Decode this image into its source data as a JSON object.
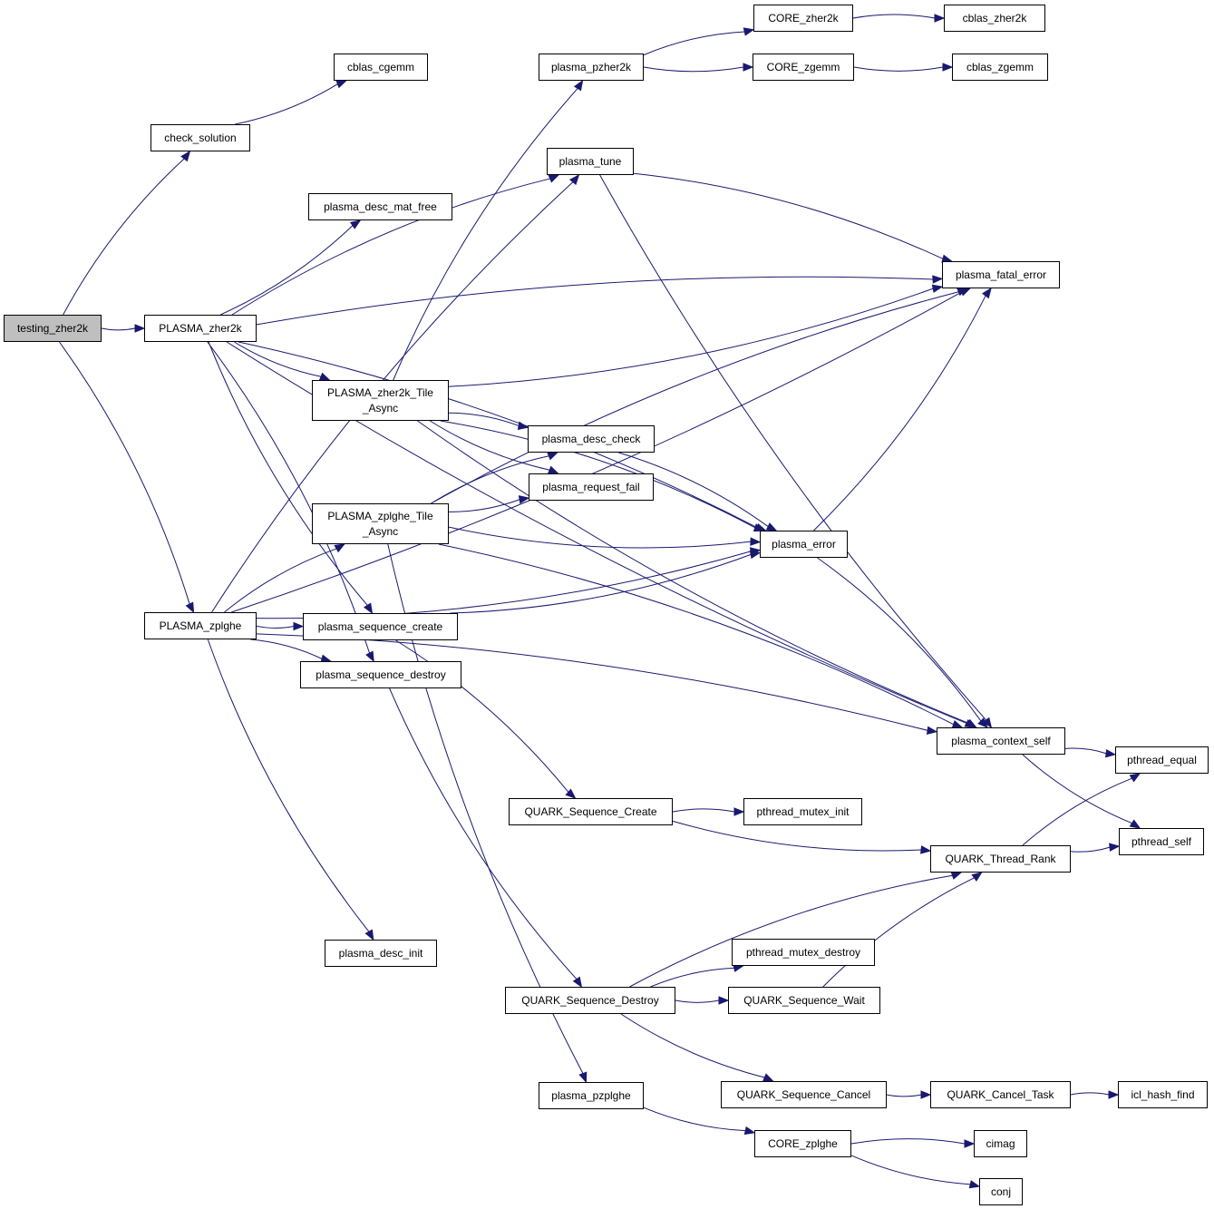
{
  "graph": {
    "title": "Call graph of testing_zher2k",
    "colors": {
      "edge": "#191970",
      "root_fill": "#bfbfbf",
      "node_fill": "#ffffff",
      "border": "#000000"
    },
    "nodes": [
      {
        "id": "testing_zher2k",
        "label": "testing_zher2k",
        "root": true
      },
      {
        "id": "check_solution",
        "label": "check_solution"
      },
      {
        "id": "cblas_cgemm",
        "label": "cblas_cgemm"
      },
      {
        "id": "PLASMA_zher2k",
        "label": "PLASMA_zher2k"
      },
      {
        "id": "PLASMA_zplghe",
        "label": "PLASMA_zplghe"
      },
      {
        "id": "plasma_pzher2k",
        "label": "plasma_pzher2k"
      },
      {
        "id": "CORE_zher2k",
        "label": "CORE_zher2k"
      },
      {
        "id": "cblas_zher2k",
        "label": "cblas_zher2k"
      },
      {
        "id": "CORE_zgemm",
        "label": "CORE_zgemm"
      },
      {
        "id": "cblas_zgemm",
        "label": "cblas_zgemm"
      },
      {
        "id": "plasma_tune",
        "label": "plasma_tune"
      },
      {
        "id": "plasma_desc_mat_free",
        "label": "plasma_desc_mat_free"
      },
      {
        "id": "plasma_fatal_error",
        "label": "plasma_fatal_error"
      },
      {
        "id": "PLASMA_zher2k_Tile_Async",
        "label": "PLASMA_zher2k_Tile\n_Async"
      },
      {
        "id": "plasma_desc_check",
        "label": "plasma_desc_check"
      },
      {
        "id": "plasma_request_fail",
        "label": "plasma_request_fail"
      },
      {
        "id": "PLASMA_zplghe_Tile_Async",
        "label": "PLASMA_zplghe_Tile\n_Async"
      },
      {
        "id": "plasma_error",
        "label": "plasma_error"
      },
      {
        "id": "plasma_sequence_create",
        "label": "plasma_sequence_create"
      },
      {
        "id": "plasma_sequence_destroy",
        "label": "plasma_sequence_destroy"
      },
      {
        "id": "plasma_context_self",
        "label": "plasma_context_self"
      },
      {
        "id": "pthread_equal",
        "label": "pthread_equal"
      },
      {
        "id": "pthread_self",
        "label": "pthread_self"
      },
      {
        "id": "QUARK_Sequence_Create",
        "label": "QUARK_Sequence_Create"
      },
      {
        "id": "pthread_mutex_init",
        "label": "pthread_mutex_init"
      },
      {
        "id": "QUARK_Thread_Rank",
        "label": "QUARK_Thread_Rank"
      },
      {
        "id": "plasma_desc_init",
        "label": "plasma_desc_init"
      },
      {
        "id": "pthread_mutex_destroy",
        "label": "pthread_mutex_destroy"
      },
      {
        "id": "QUARK_Sequence_Destroy",
        "label": "QUARK_Sequence_Destroy"
      },
      {
        "id": "QUARK_Sequence_Wait",
        "label": "QUARK_Sequence_Wait"
      },
      {
        "id": "plasma_pzplghe",
        "label": "plasma_pzplghe"
      },
      {
        "id": "QUARK_Sequence_Cancel",
        "label": "QUARK_Sequence_Cancel"
      },
      {
        "id": "QUARK_Cancel_Task",
        "label": "QUARK_Cancel_Task"
      },
      {
        "id": "icl_hash_find",
        "label": "icl_hash_find"
      },
      {
        "id": "CORE_zplghe",
        "label": "CORE_zplghe"
      },
      {
        "id": "cimag",
        "label": "cimag"
      },
      {
        "id": "conj",
        "label": "conj"
      }
    ],
    "edges": [
      [
        "testing_zher2k",
        "check_solution"
      ],
      [
        "testing_zher2k",
        "PLASMA_zher2k"
      ],
      [
        "testing_zher2k",
        "PLASMA_zplghe"
      ],
      [
        "check_solution",
        "cblas_cgemm"
      ],
      [
        "PLASMA_zher2k",
        "plasma_tune"
      ],
      [
        "PLASMA_zher2k",
        "plasma_desc_mat_free"
      ],
      [
        "PLASMA_zher2k",
        "plasma_fatal_error"
      ],
      [
        "PLASMA_zher2k",
        "PLASMA_zher2k_Tile_Async"
      ],
      [
        "PLASMA_zher2k",
        "plasma_error"
      ],
      [
        "PLASMA_zher2k",
        "plasma_sequence_create"
      ],
      [
        "PLASMA_zher2k",
        "plasma_sequence_destroy"
      ],
      [
        "PLASMA_zher2k",
        "plasma_context_self"
      ],
      [
        "PLASMA_zplghe",
        "plasma_tune"
      ],
      [
        "PLASMA_zplghe",
        "plasma_fatal_error"
      ],
      [
        "PLASMA_zplghe",
        "PLASMA_zplghe_Tile_Async"
      ],
      [
        "PLASMA_zplghe",
        "plasma_sequence_create"
      ],
      [
        "PLASMA_zplghe",
        "plasma_sequence_destroy"
      ],
      [
        "PLASMA_zplghe",
        "plasma_error"
      ],
      [
        "PLASMA_zplghe",
        "plasma_context_self"
      ],
      [
        "PLASMA_zplghe",
        "plasma_desc_init"
      ],
      [
        "plasma_pzher2k",
        "CORE_zher2k"
      ],
      [
        "plasma_pzher2k",
        "CORE_zgemm"
      ],
      [
        "CORE_zher2k",
        "cblas_zher2k"
      ],
      [
        "CORE_zgemm",
        "cblas_zgemm"
      ],
      [
        "plasma_tune",
        "plasma_fatal_error"
      ],
      [
        "plasma_tune",
        "plasma_context_self"
      ],
      [
        "PLASMA_zher2k_Tile_Async",
        "plasma_pzher2k"
      ],
      [
        "PLASMA_zher2k_Tile_Async",
        "plasma_fatal_error"
      ],
      [
        "PLASMA_zher2k_Tile_Async",
        "plasma_desc_check"
      ],
      [
        "PLASMA_zher2k_Tile_Async",
        "plasma_request_fail"
      ],
      [
        "PLASMA_zher2k_Tile_Async",
        "plasma_error"
      ],
      [
        "PLASMA_zher2k_Tile_Async",
        "plasma_context_self"
      ],
      [
        "PLASMA_zplghe_Tile_Async",
        "plasma_desc_check"
      ],
      [
        "PLASMA_zplghe_Tile_Async",
        "plasma_request_fail"
      ],
      [
        "PLASMA_zplghe_Tile_Async",
        "plasma_fatal_error"
      ],
      [
        "PLASMA_zplghe_Tile_Async",
        "plasma_error"
      ],
      [
        "PLASMA_zplghe_Tile_Async",
        "plasma_context_self"
      ],
      [
        "PLASMA_zplghe_Tile_Async",
        "plasma_pzplghe"
      ],
      [
        "plasma_desc_check",
        "plasma_error"
      ],
      [
        "plasma_error",
        "plasma_fatal_error"
      ],
      [
        "plasma_error",
        "plasma_context_self"
      ],
      [
        "plasma_sequence_create",
        "plasma_error"
      ],
      [
        "plasma_sequence_create",
        "QUARK_Sequence_Create"
      ],
      [
        "plasma_sequence_destroy",
        "QUARK_Sequence_Destroy"
      ],
      [
        "plasma_context_self",
        "pthread_equal"
      ],
      [
        "plasma_context_self",
        "pthread_self"
      ],
      [
        "QUARK_Sequence_Create",
        "pthread_mutex_init"
      ],
      [
        "QUARK_Sequence_Create",
        "QUARK_Thread_Rank"
      ],
      [
        "QUARK_Thread_Rank",
        "pthread_equal"
      ],
      [
        "QUARK_Thread_Rank",
        "pthread_self"
      ],
      [
        "QUARK_Sequence_Destroy",
        "pthread_mutex_destroy"
      ],
      [
        "QUARK_Sequence_Destroy",
        "QUARK_Sequence_Wait"
      ],
      [
        "QUARK_Sequence_Destroy",
        "QUARK_Thread_Rank"
      ],
      [
        "QUARK_Sequence_Destroy",
        "QUARK_Sequence_Cancel"
      ],
      [
        "QUARK_Sequence_Wait",
        "QUARK_Thread_Rank"
      ],
      [
        "QUARK_Sequence_Cancel",
        "QUARK_Cancel_Task"
      ],
      [
        "QUARK_Cancel_Task",
        "icl_hash_find"
      ],
      [
        "plasma_pzplghe",
        "CORE_zplghe"
      ],
      [
        "CORE_zplghe",
        "cimag"
      ],
      [
        "CORE_zplghe",
        "conj"
      ]
    ]
  }
}
